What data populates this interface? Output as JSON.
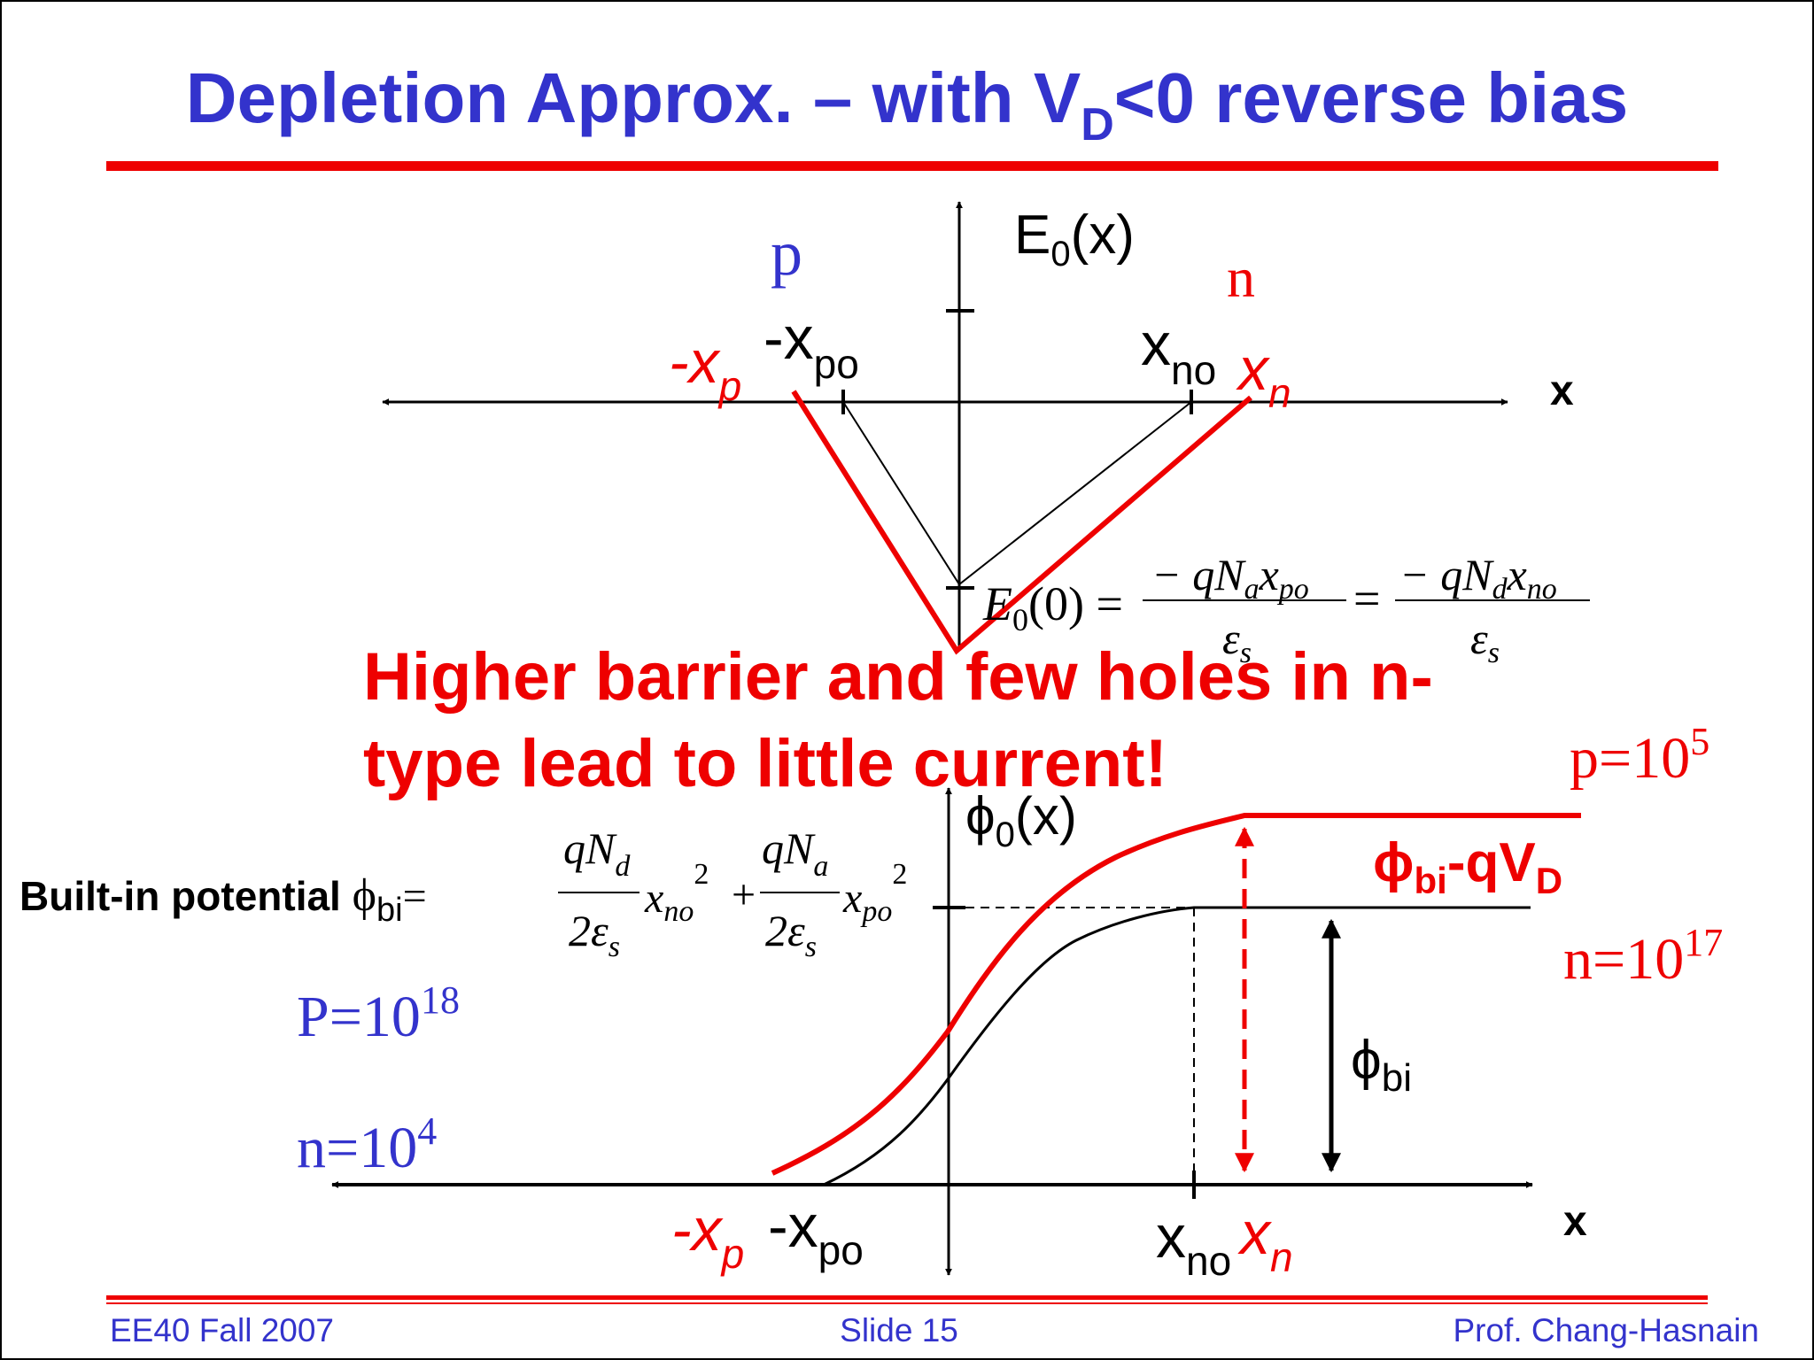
{
  "slide": {
    "title": "Depletion Approx. – with V",
    "title_sub": "D",
    "title_rest": "<0 reverse bias",
    "footer_left": "EE40 Fall 2007",
    "footer_center": "Slide 15",
    "footer_right": "Prof. Chang-Hasnain"
  },
  "top_plot": {
    "ylabel_main": "E",
    "ylabel_sub": "0",
    "ylabel_rest": "(x)",
    "xlabel": "x",
    "region_p": "p",
    "region_n": "n",
    "xp_red_prefix": "-x",
    "xp_red_sub": "p",
    "xpo_prefix": "-x",
    "xpo_sub": "po",
    "xno_main": "x",
    "xno_sub": "no",
    "xn_red_main": "x",
    "xn_red_sub": "n",
    "eq": {
      "lhs_E": "E",
      "lhs_sub": "0",
      "lhs_rest": "(0) =",
      "num1": "− qN",
      "num1_sub_a": "a",
      "num1_x": "x",
      "num1_sub_po": "po",
      "den1": "ε",
      "den1_sub": "s",
      "equals": "=",
      "num2": "− qN",
      "num2_sub_d": "d",
      "num2_x": "x",
      "num2_sub_no": "no",
      "den2": "ε",
      "den2_sub": "s"
    }
  },
  "callout": {
    "line1": "Higher barrier and few holes in n-",
    "line2": "type lead to little current!"
  },
  "bottom_plot": {
    "ylabel_main": "ϕ",
    "ylabel_sub": "0",
    "ylabel_rest": "(x)",
    "xlabel": "x",
    "p_right_base": "p=10",
    "p_right_exp": "5",
    "n_right_base": "n=10",
    "n_right_exp": "17",
    "P_left_base": "P=10",
    "P_left_exp": "18",
    "n_left_base": "n=10",
    "n_left_exp": "4",
    "phi_bi_qvd_phi": "ϕ",
    "phi_bi_qvd_sub": "bi",
    "phi_bi_qvd_rest": "-qV",
    "phi_bi_qvd_sub2": "D",
    "phi_bi_phi": "ϕ",
    "phi_bi_sub": "bi",
    "xp_red_prefix": "-x",
    "xp_red_sub": "p",
    "xpo_prefix": "-x",
    "xpo_sub": "po",
    "xno_main": "x",
    "xno_sub": "no",
    "xn_red_main": "x",
    "xn_red_sub": "n",
    "builtin": {
      "label": "Built-in potential ",
      "phi": "ϕ",
      "phi_sub": "bi",
      "eq": "=",
      "num1": "qN",
      "num1_sub": "d",
      "den1": "2ε",
      "den1_sub": "s",
      "x1": "x",
      "x1_sub": "no",
      "x1_sup": "2",
      "plus": "+",
      "num2": "qN",
      "num2_sub": "a",
      "den2": "2ε",
      "den2_sub": "s",
      "x2": "x",
      "x2_sub": "po",
      "x2_sup": "2"
    }
  },
  "colors": {
    "title_blue": "#3333cc",
    "accent_red": "#ee0000",
    "black": "#000000"
  }
}
